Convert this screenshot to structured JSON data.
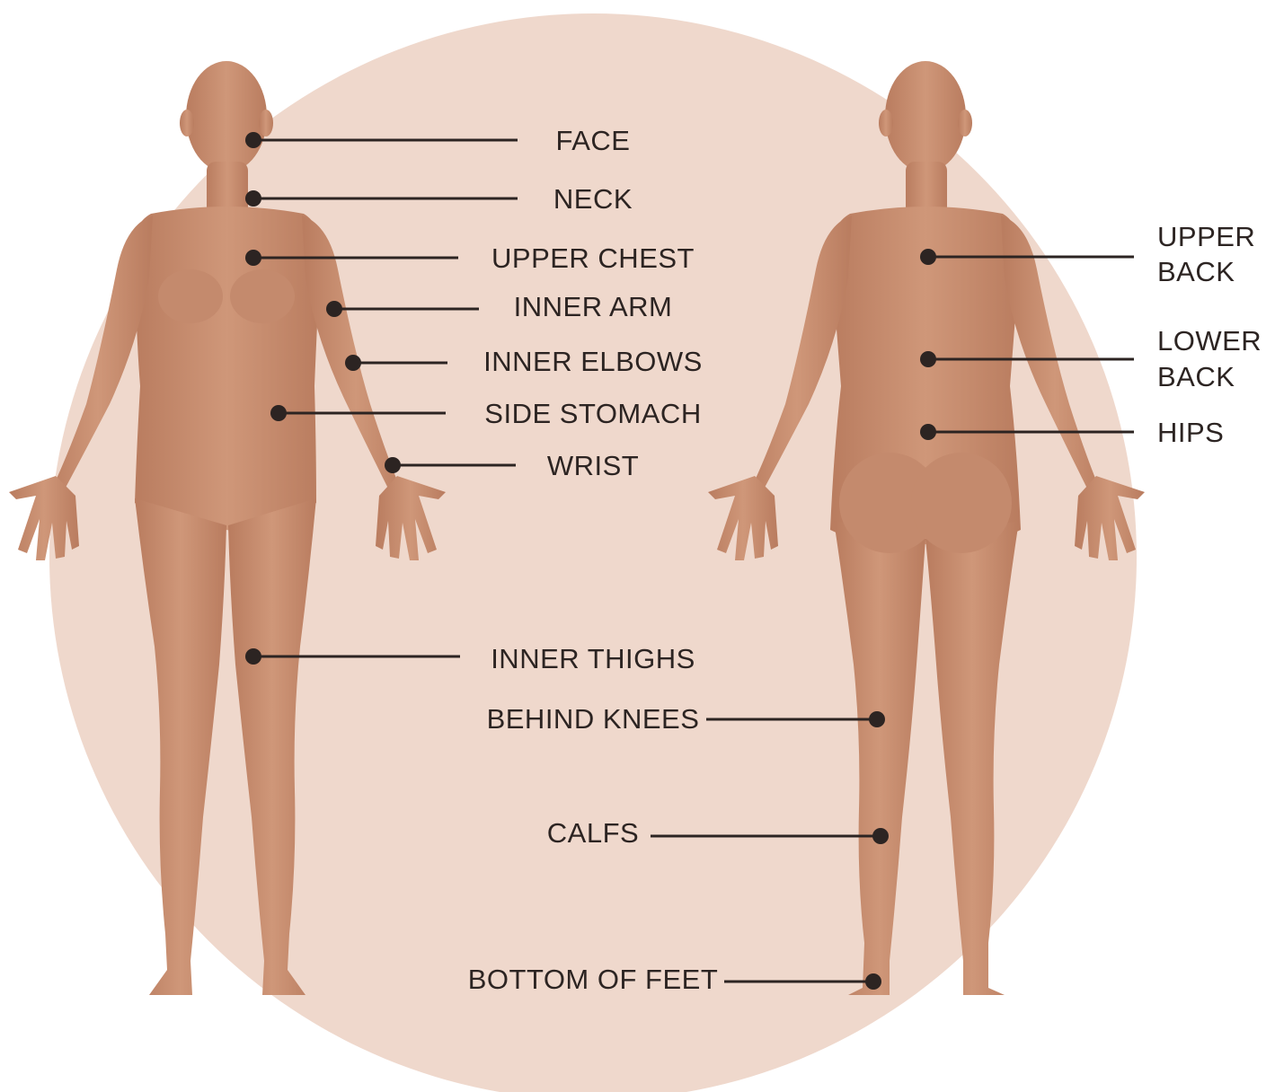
{
  "colors": {
    "background_circle": "#efd8cc",
    "skin": "#c98f72",
    "skin_shade": "#b8795c",
    "leader_line": "#2c2422",
    "dot": "#2c2422"
  },
  "front_labels": {
    "face": "FACE",
    "neck": "NECK",
    "upper_chest": "UPPER CHEST",
    "inner_arm": "INNER ARM",
    "inner_elbows": "INNER ELBOWS",
    "side_stomach": "SIDE STOMACH",
    "wrist": "WRIST",
    "inner_thighs": "INNER THIGHS"
  },
  "back_labels": {
    "behind_knees": "BEHIND KNEES",
    "calfs": "CALFS",
    "bottom_of_feet": "BOTTOM OF FEET",
    "upper_back_line1": "UPPER",
    "upper_back_line2": "BACK",
    "lower_back_line1": "LOWER",
    "lower_back_line2": "BACK",
    "hips": "HIPS"
  }
}
